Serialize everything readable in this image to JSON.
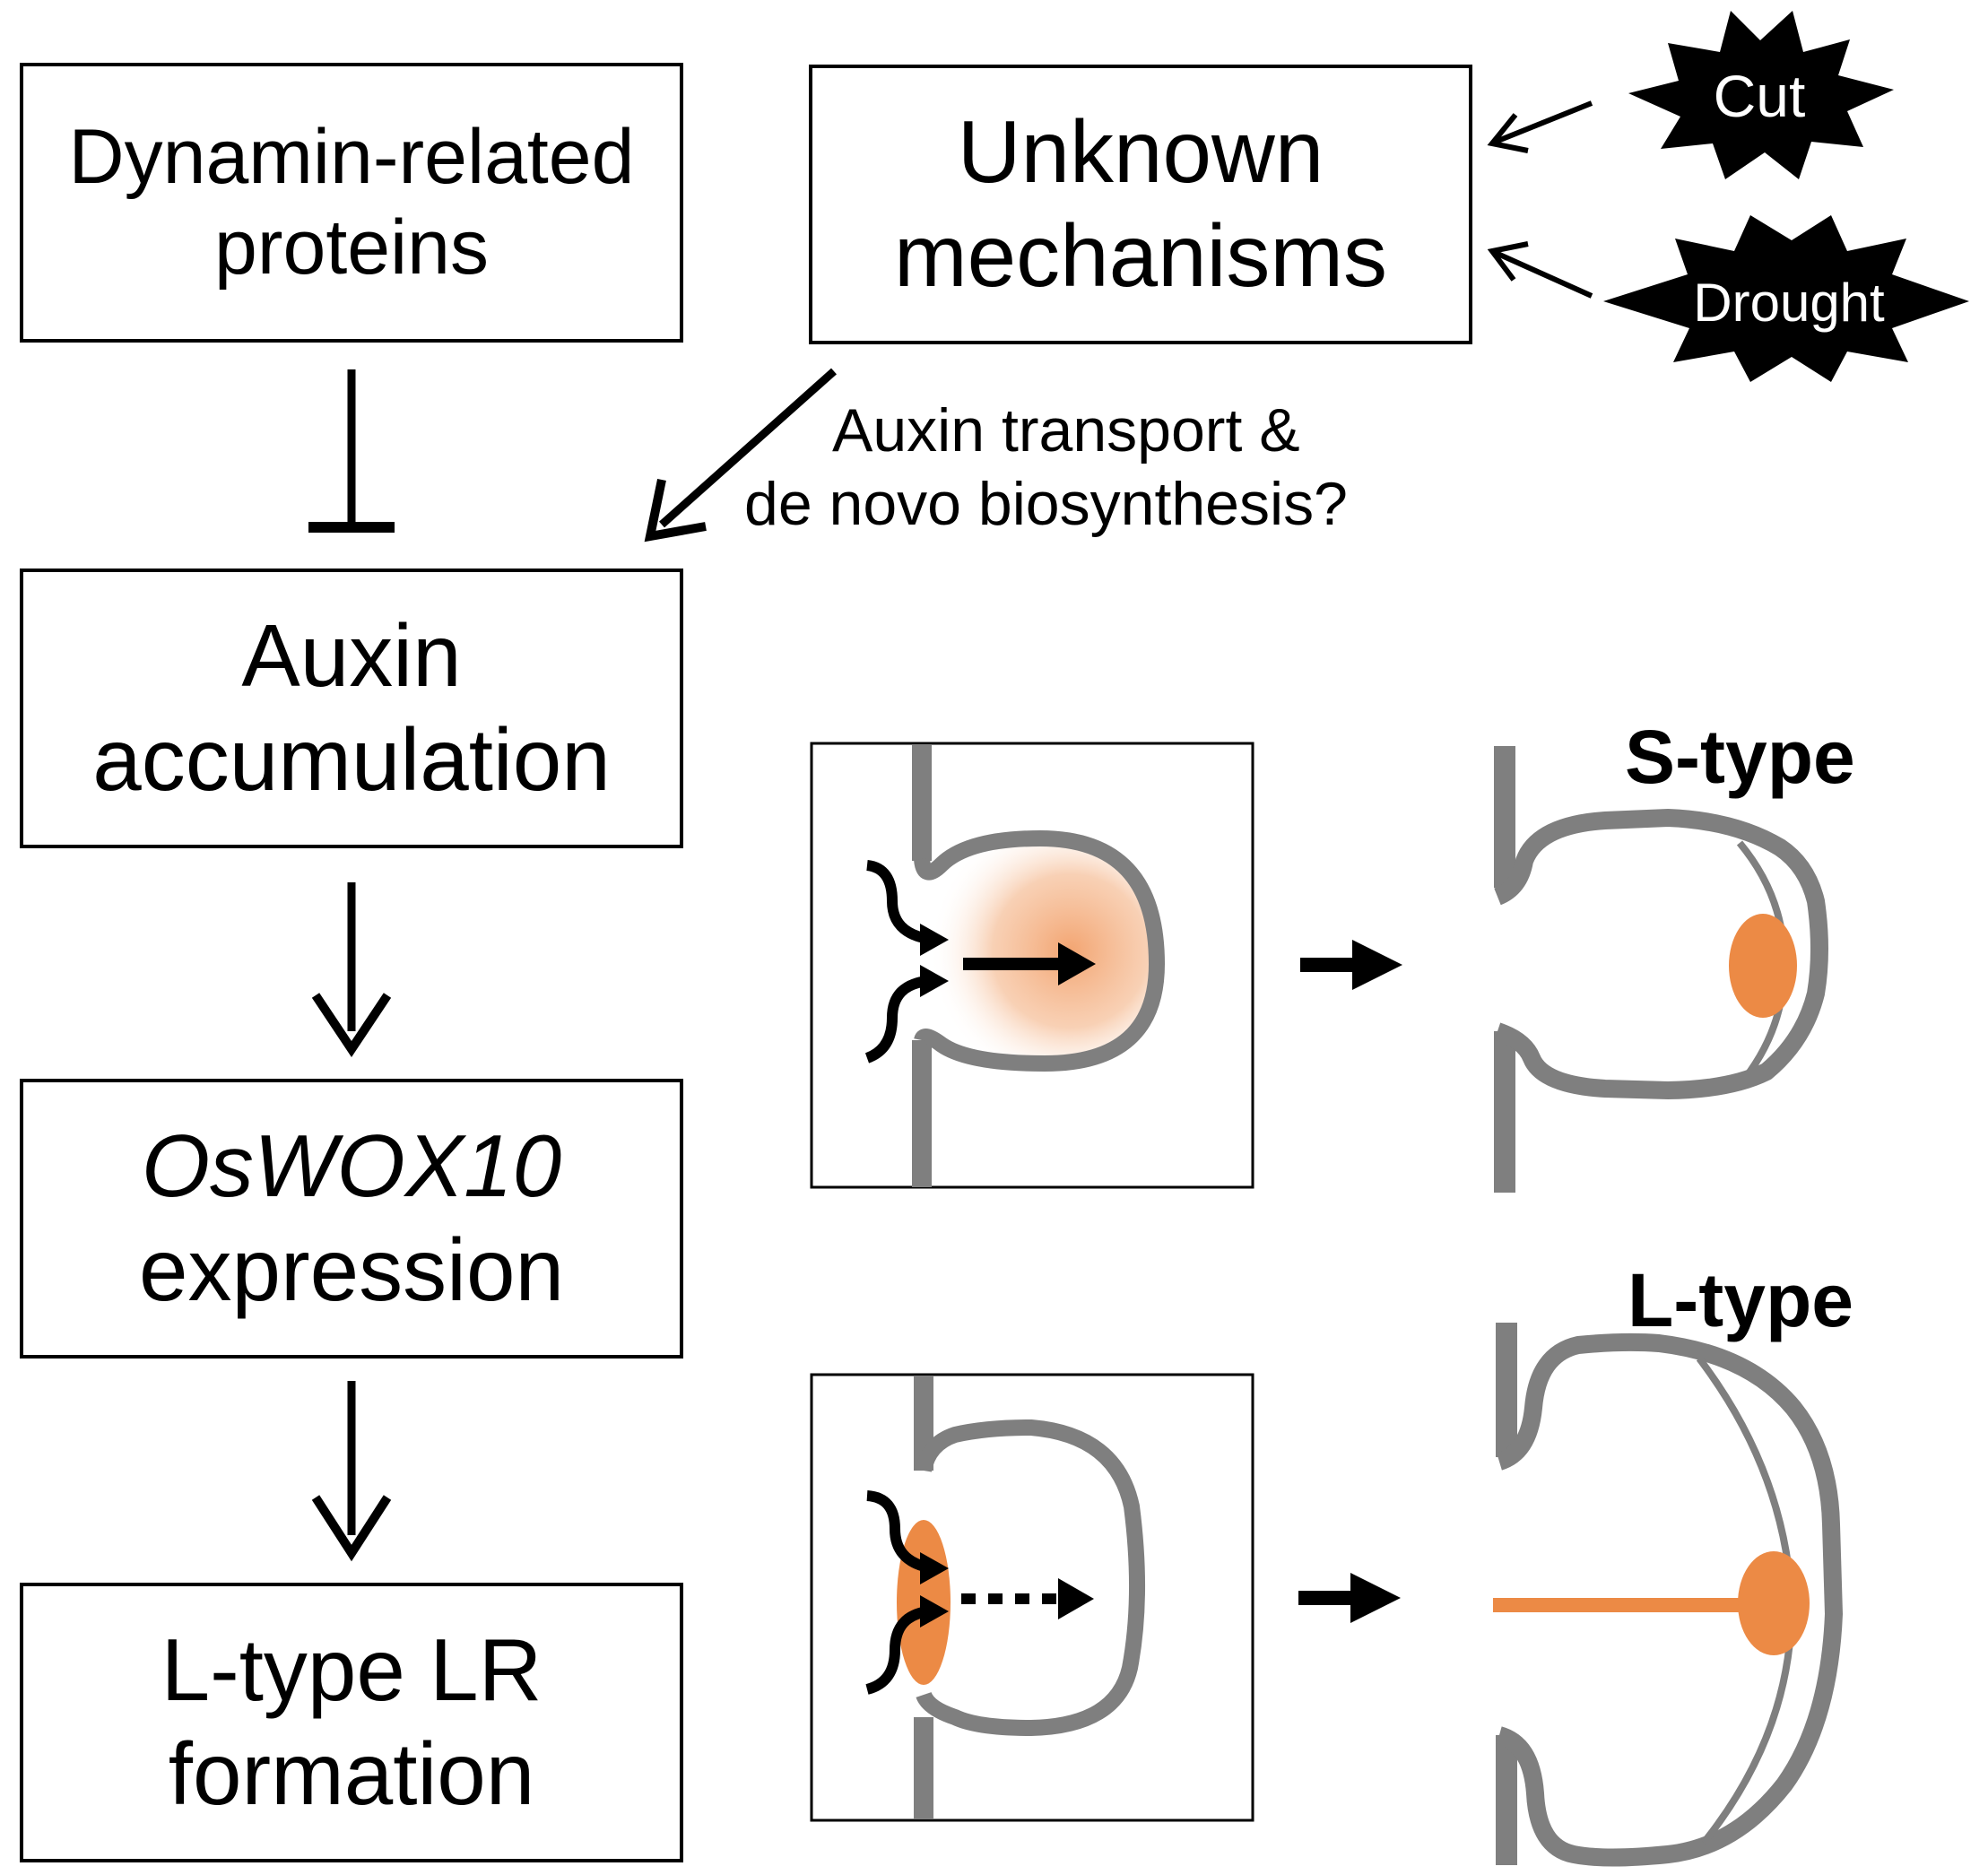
{
  "boxes": {
    "dynamin": {
      "line1": "Dynamin-related",
      "line2": "proteins"
    },
    "unknown": {
      "line1": "Unknown",
      "line2": "mechanisms"
    },
    "auxin": {
      "line1": "Auxin",
      "line2": "accumulation"
    },
    "oswox": {
      "line1": "OsWOX10",
      "line2": "expression"
    },
    "ltype_formation": {
      "line1": "L-type LR",
      "line2": "formation"
    }
  },
  "stimuli": {
    "cut": "Cut",
    "drought": "Drought"
  },
  "edge_label": {
    "line1": "Auxin transport &",
    "line2": "de novo biosynthesis?"
  },
  "panel_titles": {
    "s_type": "S-type",
    "l_type": "L-type"
  },
  "colors": {
    "tissue_gray": "#7f7f7f",
    "auxin_orange": "#ec8a45",
    "line_black": "#000000"
  }
}
